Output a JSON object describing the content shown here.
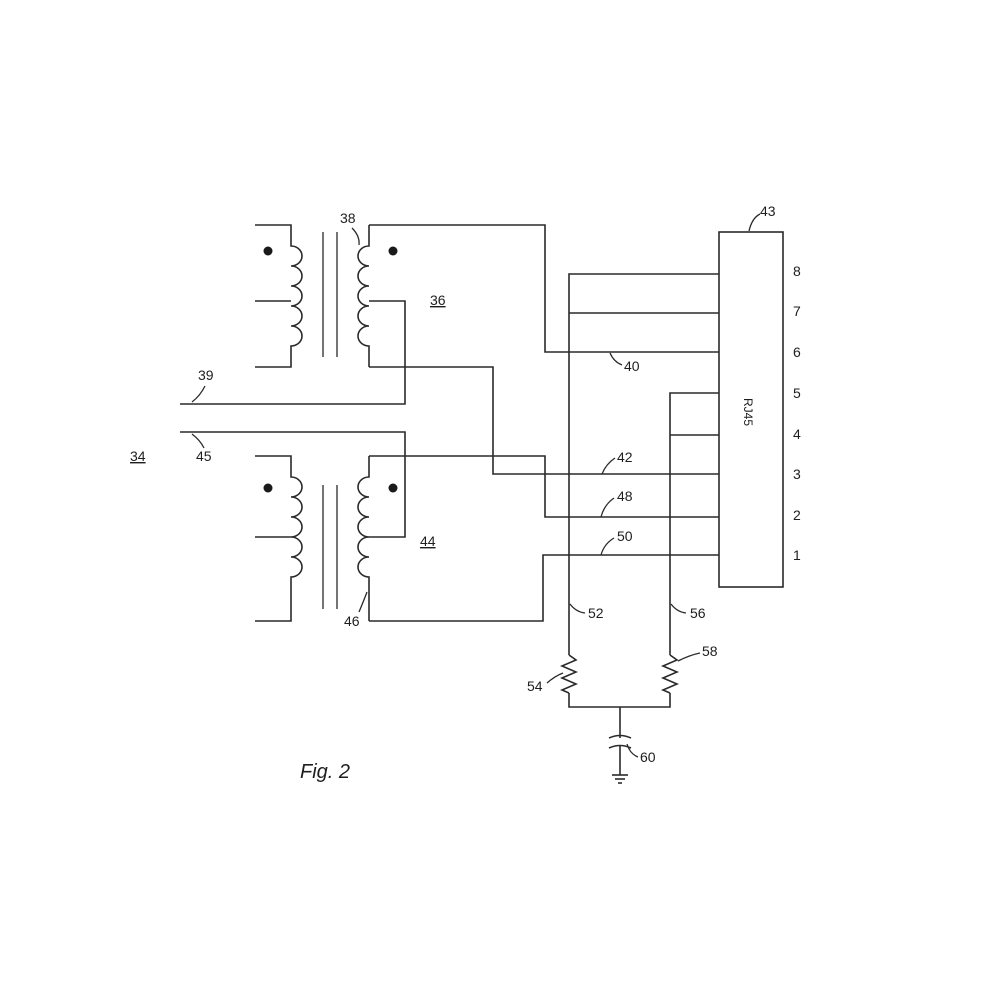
{
  "figure": {
    "caption": "Fig. 2",
    "connector": {
      "name": "RJ45",
      "ref": "43",
      "pins": [
        "8",
        "7",
        "6",
        "5",
        "4",
        "3",
        "2",
        "1"
      ]
    },
    "labels": {
      "ref_34": "34",
      "ref_36": "36",
      "ref_38": "38",
      "ref_39": "39",
      "ref_40": "40",
      "ref_42": "42",
      "ref_44": "44",
      "ref_45": "45",
      "ref_46": "46",
      "ref_48": "48",
      "ref_50": "50",
      "ref_52": "52",
      "ref_54": "54",
      "ref_56": "56",
      "ref_58": "58",
      "ref_60": "60"
    }
  }
}
